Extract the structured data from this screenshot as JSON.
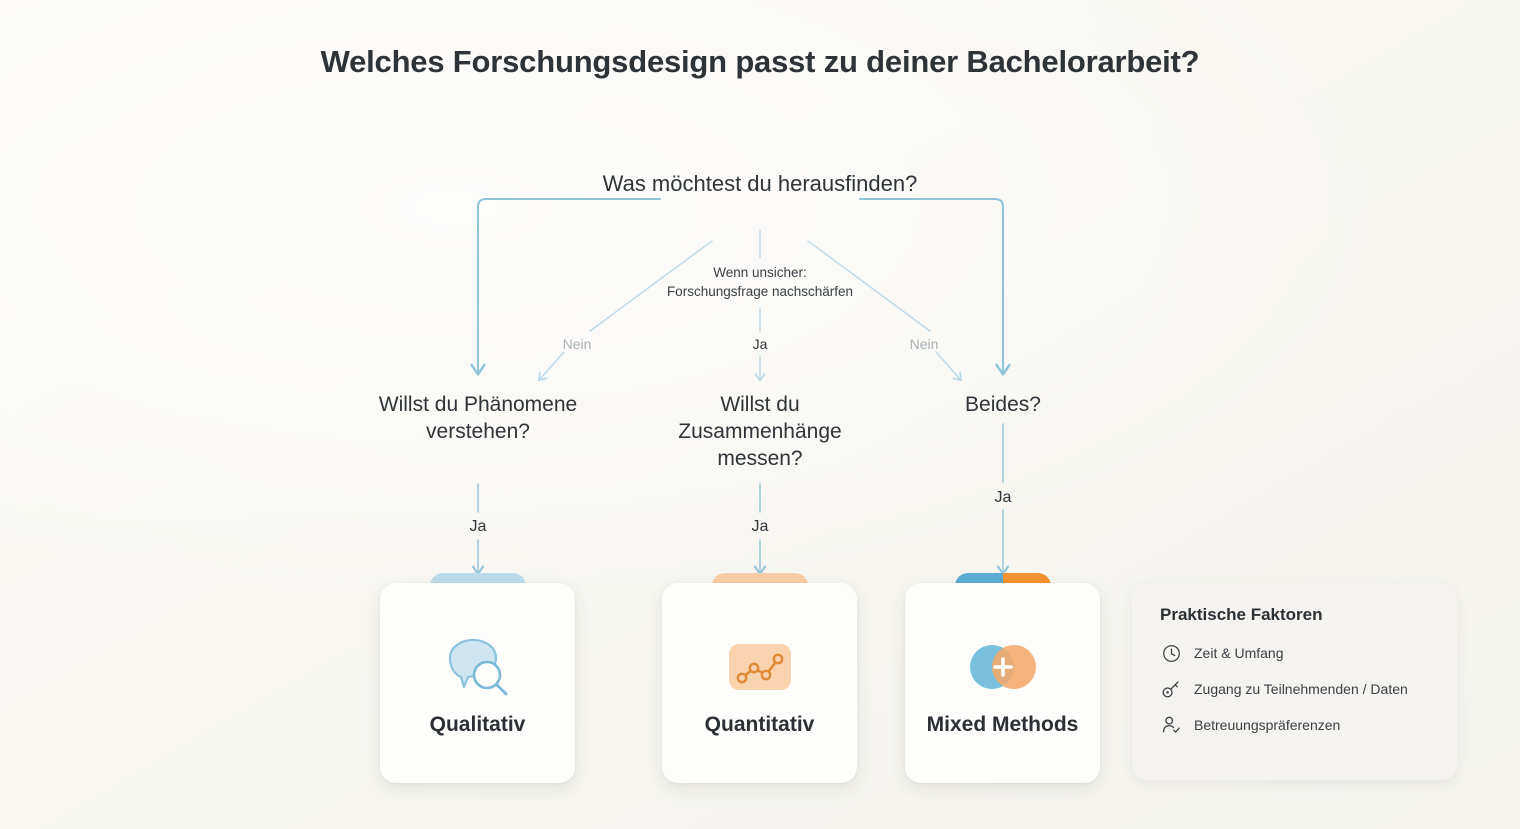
{
  "title": "Welches Forschungsdesign passt zu deiner Bachelorarbeit?",
  "colors": {
    "background": "#f9f8f4",
    "title": "#2e3338",
    "connector": "#8fc4da",
    "connector_faint": "#bcd9e8",
    "blue": "#5bacd4",
    "orange": "#f5932f",
    "blue_soft": "#79c0de",
    "orange_soft": "#f5a96a",
    "card": "#fdfdfc",
    "panel": "#f4f3ef"
  },
  "tree": {
    "root": {
      "label": "Was möchtest du herausfinden?"
    },
    "hint": {
      "line1": "Wenn unsicher:",
      "line2": "Forschungsfrage nachschärfen"
    },
    "edge_labels": {
      "left_nein": "Nein",
      "center_ja": "Ja",
      "right_nein": "Nein"
    },
    "branches": [
      {
        "name": "qualitativ-branch",
        "question": "Willst du Phänomene verstehen?",
        "answer": "Ja"
      },
      {
        "name": "quantitativ-branch",
        "question": "Willst du Zusammenhänge messen?",
        "answer": "Ja"
      },
      {
        "name": "mixed-branch",
        "question": "Beides?",
        "answer": "Ja"
      }
    ]
  },
  "results": [
    {
      "name": "qualitativ",
      "label": "Qualitativ",
      "icon": "speech-bubble-search-icon",
      "tab_colors": [
        "#bcdcec",
        "#bcdcec"
      ]
    },
    {
      "name": "quantitativ",
      "label": "Quantitativ",
      "icon": "line-chart-icon",
      "tab_colors": [
        "#f8cda3",
        "#f8cda3"
      ]
    },
    {
      "name": "mixed-methods",
      "label": "Mixed Methods",
      "icon": "venn-plus-icon",
      "tab_colors": [
        "#5bacd4",
        "#f5932f"
      ]
    }
  ],
  "factors": {
    "title": "Praktische Faktoren",
    "items": [
      {
        "icon": "clock-icon",
        "label": "Zeit & Umfang"
      },
      {
        "icon": "key-icon",
        "label": "Zugang zu Teilnehmenden / Daten"
      },
      {
        "icon": "person-check-icon",
        "label": "Betreuungspräferenzen"
      }
    ]
  }
}
